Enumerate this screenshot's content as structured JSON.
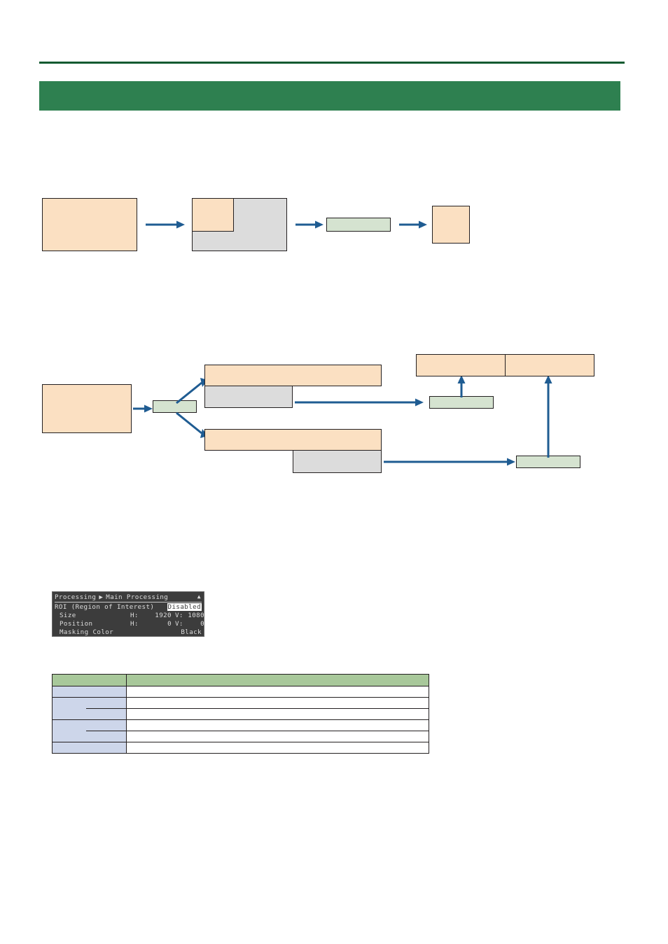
{
  "page": {
    "banner_title": "",
    "accent_rule_color": "#0E5A30",
    "accent_banner_color": "#2E8050"
  },
  "palette": {
    "peach": "#FBE0C2",
    "grey": "#DCDCDC",
    "green_fill": "#D5E3D0",
    "arrow_blue": "#1F5C92",
    "outline": "#231F20",
    "table_header_green": "#A8C89A",
    "table_key_blue": "#CDD6EA"
  },
  "figure_1": {
    "caption": "",
    "shapes": [
      {
        "name": "source-frame",
        "label": ""
      },
      {
        "name": "roi-crop-frame",
        "label": ""
      },
      {
        "name": "masked-region",
        "label": ""
      },
      {
        "name": "processing-block",
        "label": ""
      },
      {
        "name": "output-frame",
        "label": ""
      }
    ],
    "arrows": 3
  },
  "figure_2": {
    "caption": "",
    "shapes": [
      {
        "name": "source-frame",
        "label": ""
      },
      {
        "name": "splitter-block",
        "label": ""
      },
      {
        "name": "branch-a-frame",
        "label": ""
      },
      {
        "name": "branch-a-region",
        "label": ""
      },
      {
        "name": "branch-b-frame",
        "label": ""
      },
      {
        "name": "branch-b-region",
        "label": ""
      },
      {
        "name": "processor-a-block",
        "label": ""
      },
      {
        "name": "processor-b-block",
        "label": ""
      },
      {
        "name": "combined-output-left",
        "label": ""
      },
      {
        "name": "combined-output-right",
        "label": ""
      }
    ],
    "arrows": 7
  },
  "osd": {
    "title": "Processing",
    "title_separator": "▶",
    "title_section": "Main Processing",
    "scroll_indicator": "▲",
    "rows": [
      {
        "name": "roi-row",
        "label": "ROI (Region of Interest)",
        "value": "Disabled",
        "highlighted": true,
        "indented": false
      },
      {
        "name": "size-row",
        "label": "Size",
        "h_label": "H:",
        "h_value": "1920",
        "v_label": "V:",
        "v_value": "1080",
        "indented": true
      },
      {
        "name": "position-row",
        "label": "Position",
        "h_label": "H:",
        "h_value": "0",
        "v_label": "V:",
        "v_value": "0",
        "indented": true
      },
      {
        "name": "masking-color-row",
        "label": "Masking Color",
        "value": "Black",
        "highlighted": false,
        "indented": true
      }
    ]
  },
  "spec_table": {
    "headers": [
      "",
      ""
    ],
    "rows": [
      {
        "key": "",
        "sub": null,
        "value": ""
      },
      {
        "key": "",
        "sub": "",
        "value": ""
      },
      {
        "key": "",
        "sub": "",
        "value": ""
      },
      {
        "key": "",
        "sub": "",
        "value": ""
      },
      {
        "key": "",
        "sub": "",
        "value": ""
      },
      {
        "key": "",
        "sub": null,
        "value": ""
      }
    ]
  }
}
